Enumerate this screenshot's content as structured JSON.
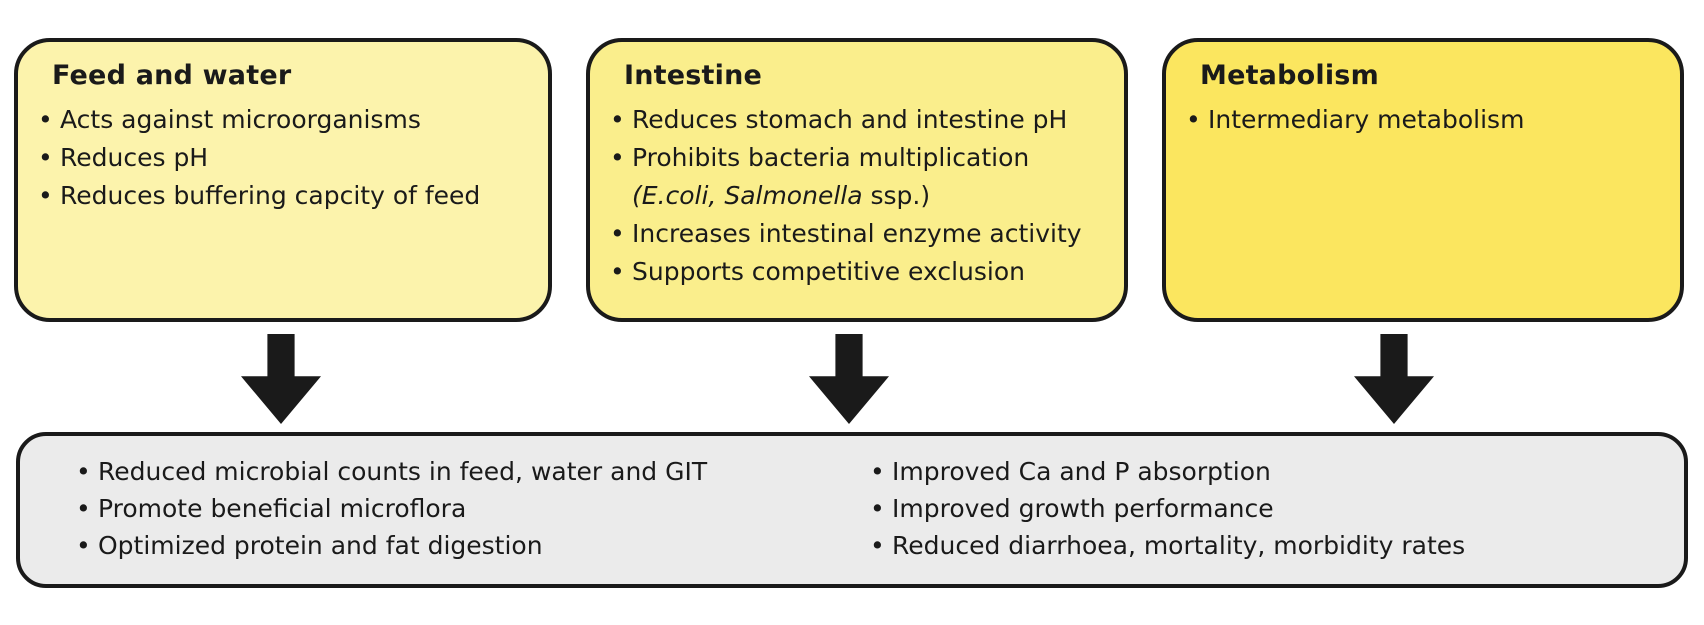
{
  "colors": {
    "background": "#ffffff",
    "border": "#1a1a1a",
    "text": "#1a1a1a",
    "arrow": "#1a1a1a",
    "box_feed_fill": "#fcf3ac",
    "box_intestine_fill": "#faee8c",
    "box_metabolism_fill": "#fbe65f",
    "results_fill": "#ebebeb"
  },
  "boxes": [
    {
      "title": "Feed and water",
      "items": [
        {
          "text": "Acts against microorganisms"
        },
        {
          "text": "Reduces pH"
        },
        {
          "text": "Reduces buffering capcity of feed"
        }
      ]
    },
    {
      "title": "Intestine",
      "items": [
        {
          "text": "Reduces stomach and intestine pH"
        },
        {
          "text": "Prohibits bacteria multiplication",
          "line2": {
            "italic": "(E.coli, Salmonella",
            "suffix": " ssp.)"
          }
        },
        {
          "text": "Increases intestinal enzyme activity"
        },
        {
          "text": "Supports competitive exclusion"
        }
      ]
    },
    {
      "title": "Metabolism",
      "items": [
        {
          "text": "Intermediary metabolism"
        }
      ]
    }
  ],
  "results": {
    "left_items": [
      "Reduced microbial counts in feed, water and GIT",
      "Promote beneficial microflora",
      "Optimized protein and fat digestion"
    ],
    "right_items": [
      "Improved Ca and P absorption",
      "Improved growth performance",
      "Reduced diarrhoea, mortality, morbidity rates"
    ]
  }
}
